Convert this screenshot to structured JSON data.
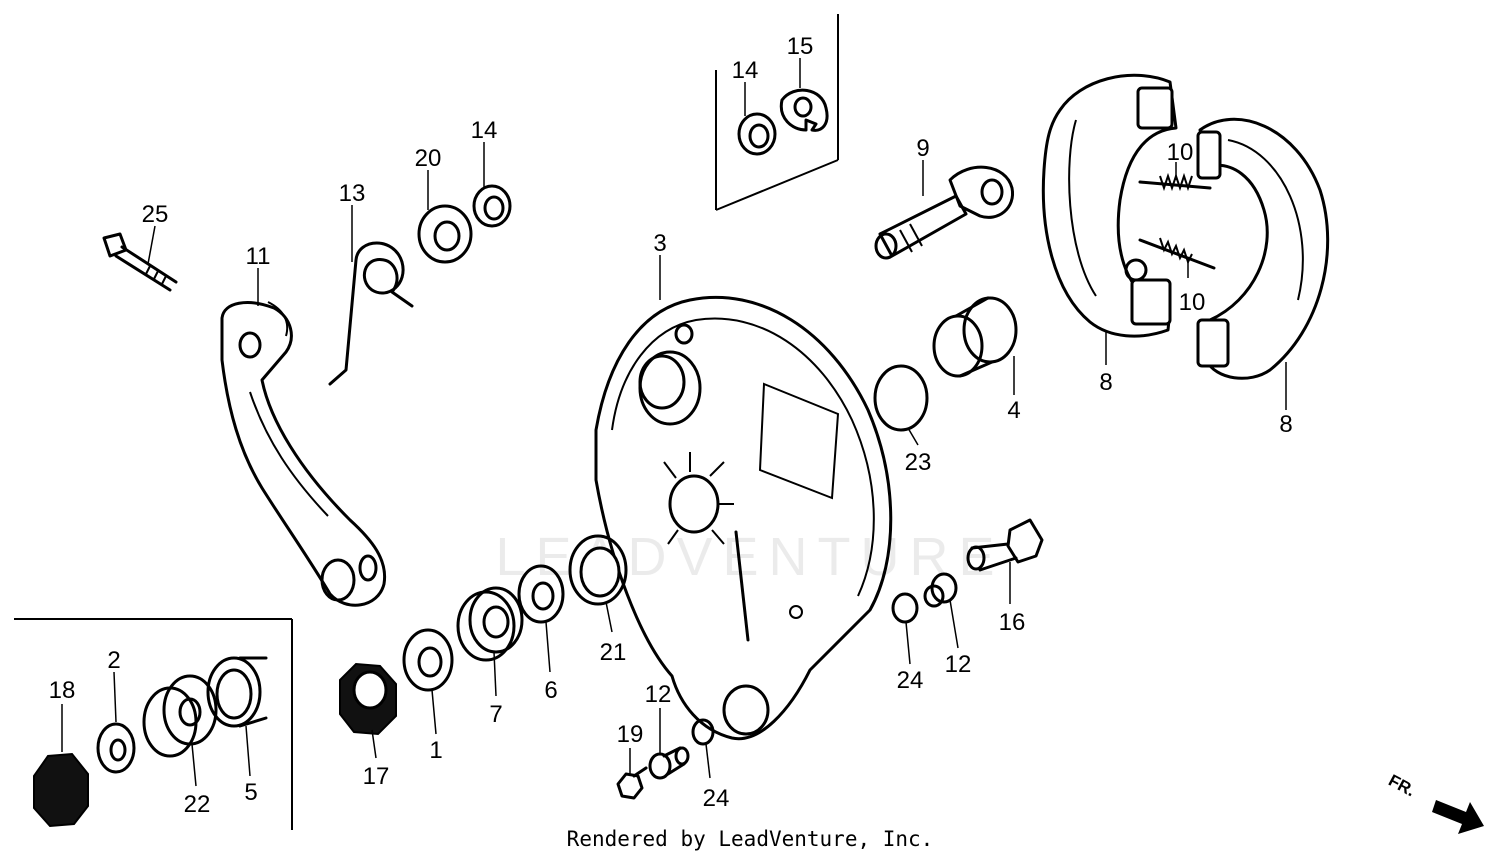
{
  "callouts": {
    "c1": "1",
    "c2": "2",
    "c3": "3",
    "c4": "4",
    "c5": "5",
    "c6": "6",
    "c7": "7",
    "c8a": "8",
    "c8b": "8",
    "c9": "9",
    "c10a": "10",
    "c10b": "10",
    "c11": "11",
    "c12a": "12",
    "c12b": "12",
    "c13": "13",
    "c14a": "14",
    "c14b": "14",
    "c15": "15",
    "c16": "16",
    "c17": "17",
    "c18": "18",
    "c19": "19",
    "c20": "20",
    "c21": "21",
    "c22": "22",
    "c23": "23",
    "c24a": "24",
    "c24b": "24",
    "c25": "25"
  },
  "watermark": "LEADVENTURE",
  "direction_label": "FR.",
  "footer": "Rendered by LeadVenture, Inc."
}
